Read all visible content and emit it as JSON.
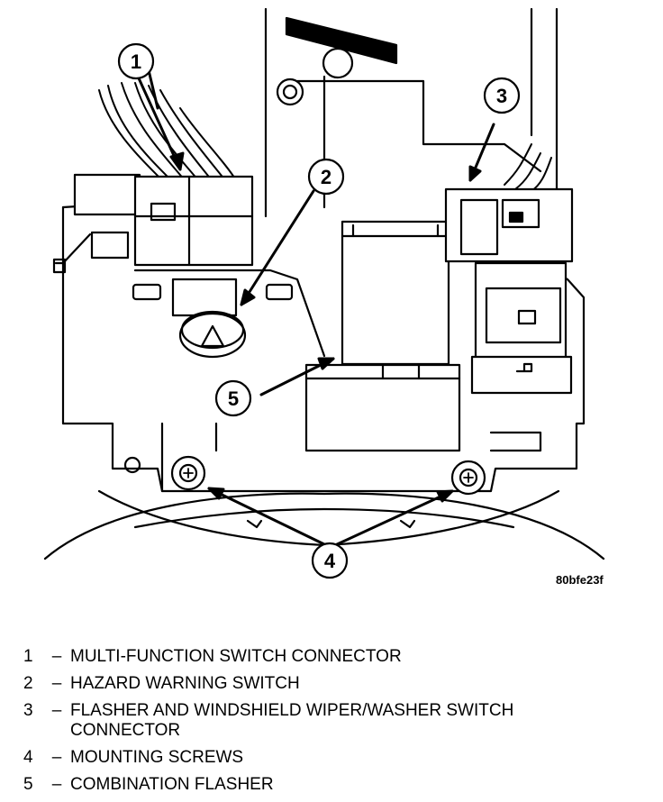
{
  "figure": {
    "code": "80bfe23f",
    "callouts": [
      {
        "id": "1",
        "label": "1"
      },
      {
        "id": "2",
        "label": "2"
      },
      {
        "id": "3",
        "label": "3"
      },
      {
        "id": "4",
        "label": "4"
      },
      {
        "id": "5",
        "label": "5"
      }
    ]
  },
  "legend": [
    {
      "num": "1",
      "dash": "–",
      "text": "MULTI-FUNCTION SWITCH CONNECTOR"
    },
    {
      "num": "2",
      "dash": "–",
      "text": "HAZARD WARNING SWITCH"
    },
    {
      "num": "3",
      "dash": "–",
      "text": "FLASHER AND WINDSHIELD WIPER/WASHER SWITCH\nCONNECTOR"
    },
    {
      "num": "4",
      "dash": "–",
      "text": "MOUNTING SCREWS"
    },
    {
      "num": "5",
      "dash": "–",
      "text": "COMBINATION FLASHER"
    }
  ]
}
